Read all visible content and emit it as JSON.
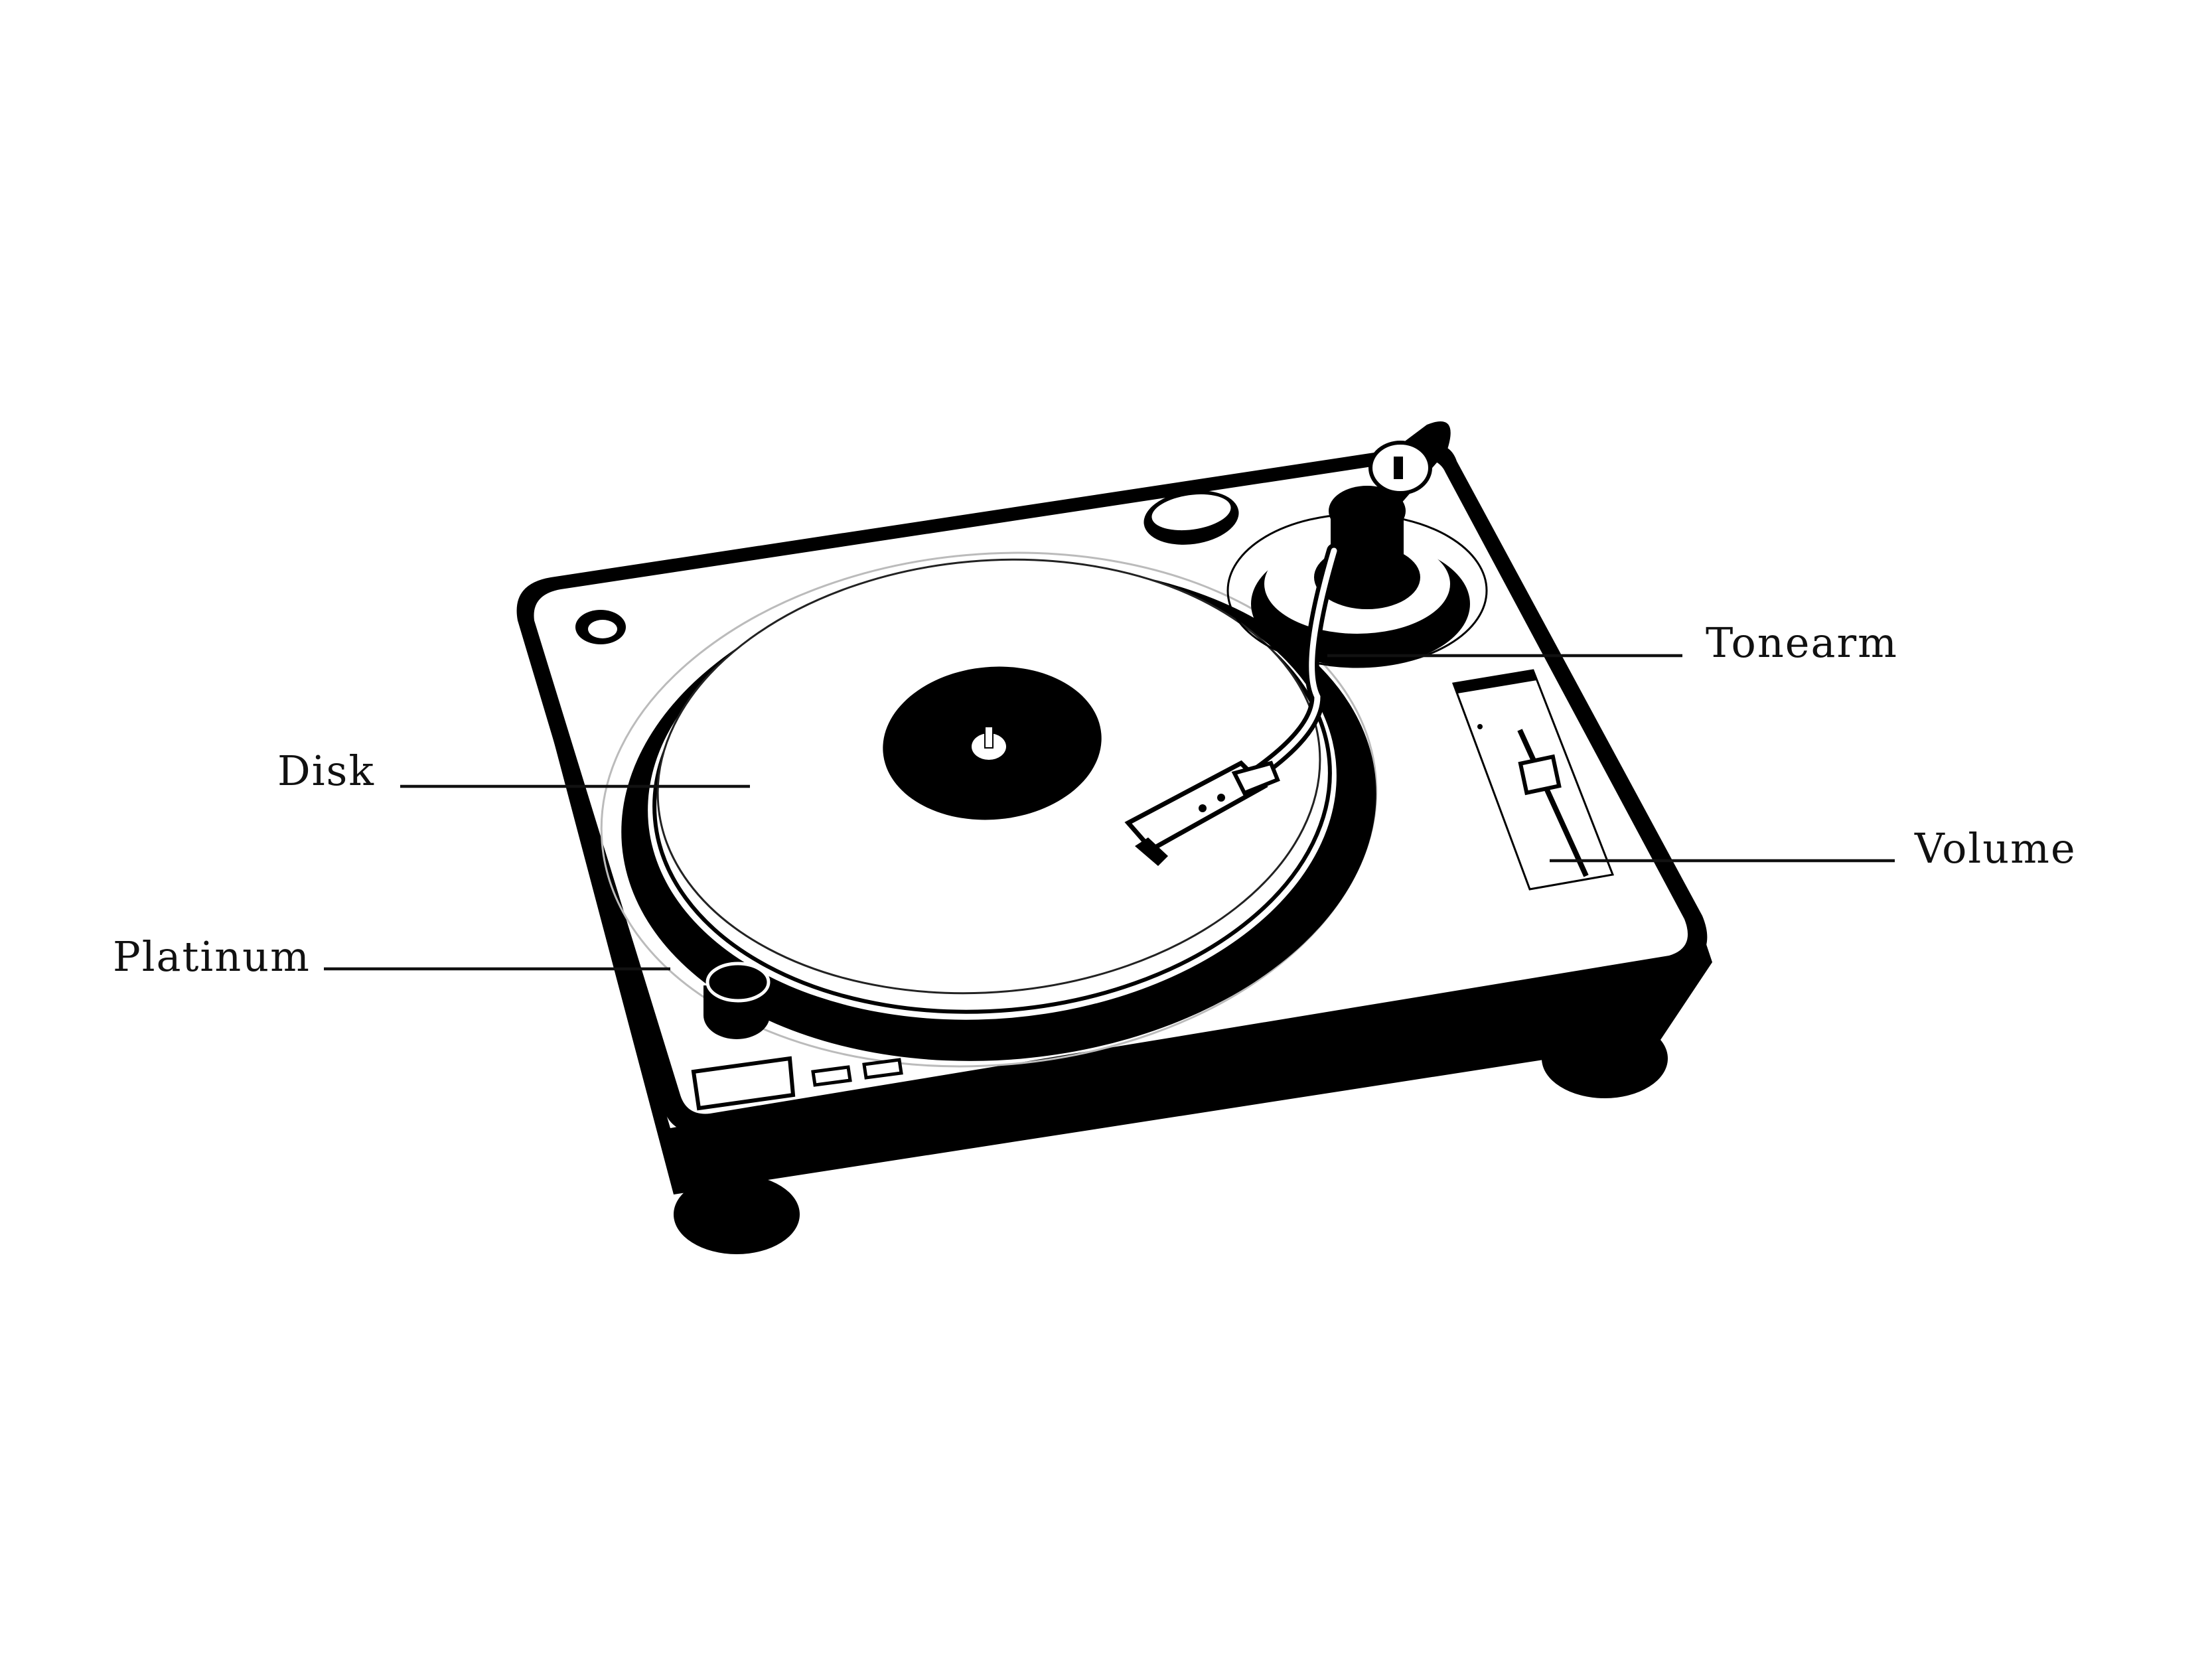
{
  "labels": {
    "tonearm": "Tonearm",
    "disk": "Disk",
    "volume": "Volume",
    "platinum": "Platinum"
  },
  "colors": {
    "ink": "#000000",
    "paper": "#ffffff"
  }
}
